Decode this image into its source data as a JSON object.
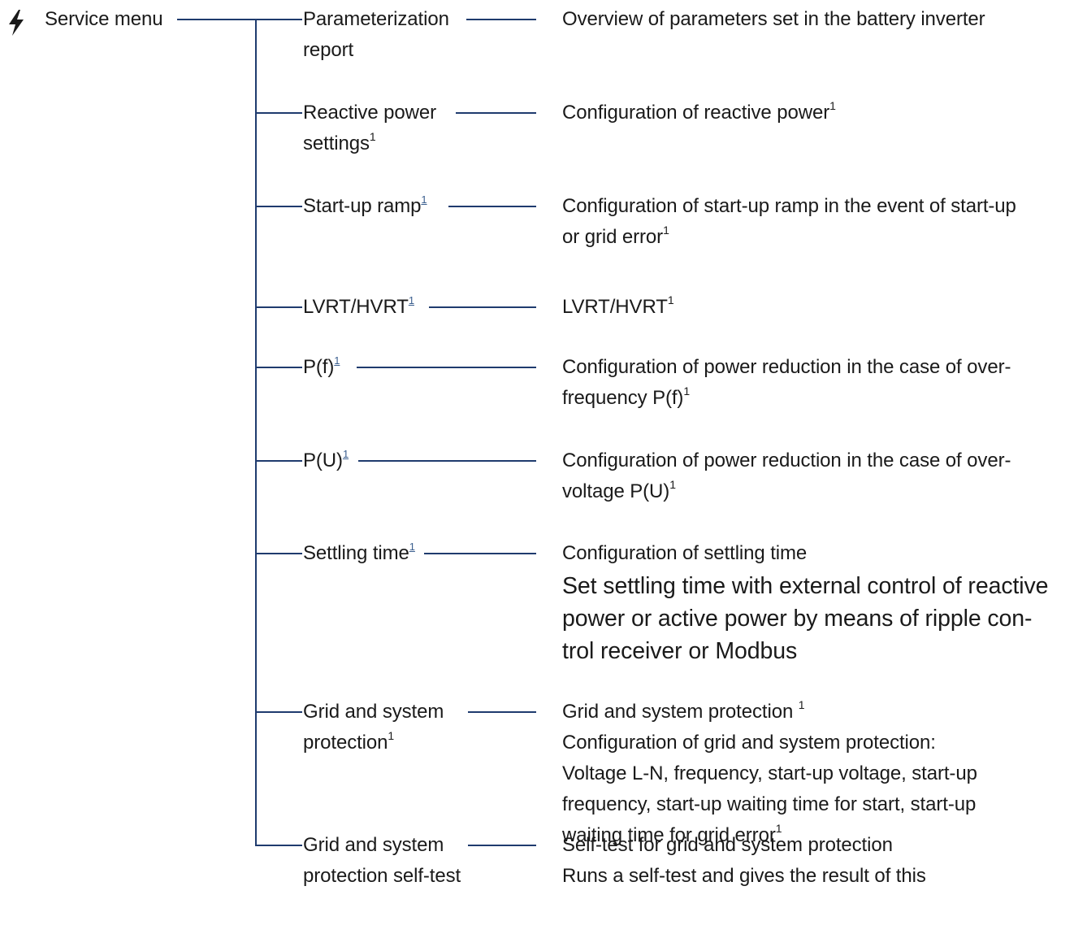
{
  "root": {
    "label": "Service menu",
    "icon": "lightning-bolt-icon"
  },
  "items": [
    {
      "label_lines": [
        "Parameterization",
        "report"
      ],
      "desc_lines": [
        "Overview of parameters set in the battery inverter"
      ]
    },
    {
      "label_lines": [
        "Reactive power",
        "settings"
      ],
      "label_sup": "1",
      "desc_lines": [
        "Configuration of reactive power"
      ],
      "desc_sup": "1"
    },
    {
      "label_lines": [
        "Start-up ramp"
      ],
      "label_sup": "1",
      "desc_lines": [
        "Configuration of start-up ramp in the event of start-up",
        "or grid error"
      ],
      "desc_sup": "1"
    },
    {
      "label_lines": [
        "LVRT/HVRT"
      ],
      "label_sup": "1",
      "desc_lines": [
        "LVRT/HVRT"
      ],
      "desc_sup": "1"
    },
    {
      "label_lines": [
        "P(f)"
      ],
      "label_sup": "1",
      "desc_lines": [
        "Configuration of power reduction in the case of over-",
        "frequency P(f)"
      ],
      "desc_sup": "1"
    },
    {
      "label_lines": [
        "P(U)"
      ],
      "label_sup": "1",
      "desc_lines": [
        "Configuration of power reduction in the case of over-",
        "voltage P(U)"
      ],
      "desc_sup": "1"
    },
    {
      "label_lines": [
        "Settling time"
      ],
      "label_sup": "1",
      "desc_lines": [
        "Configuration of settling time"
      ],
      "desc_large_lines": [
        "Set settling time with external control of reactive",
        "power or active power by means of ripple con-",
        "trol receiver or Modbus"
      ]
    },
    {
      "label_lines": [
        "Grid and system",
        "protection"
      ],
      "label_sup": "1",
      "desc_lines": [
        "Grid and system protection ",
        "Configuration of grid and system protection:",
        "Voltage L-N, frequency, start-up voltage, start-up",
        "frequency, start-up waiting time for start, start-up",
        "waiting time for grid error"
      ],
      "desc_sup": "1"
    },
    {
      "label_lines": [
        "Grid and system",
        "protection self-test"
      ],
      "desc_lines": [
        "Self-test for grid and system protection",
        "Runs a self-test and gives the result of this"
      ]
    }
  ],
  "colors": {
    "line": "#1f3b6e",
    "text": "#1a1a1a",
    "footnote_link": "#3b5f8f"
  }
}
